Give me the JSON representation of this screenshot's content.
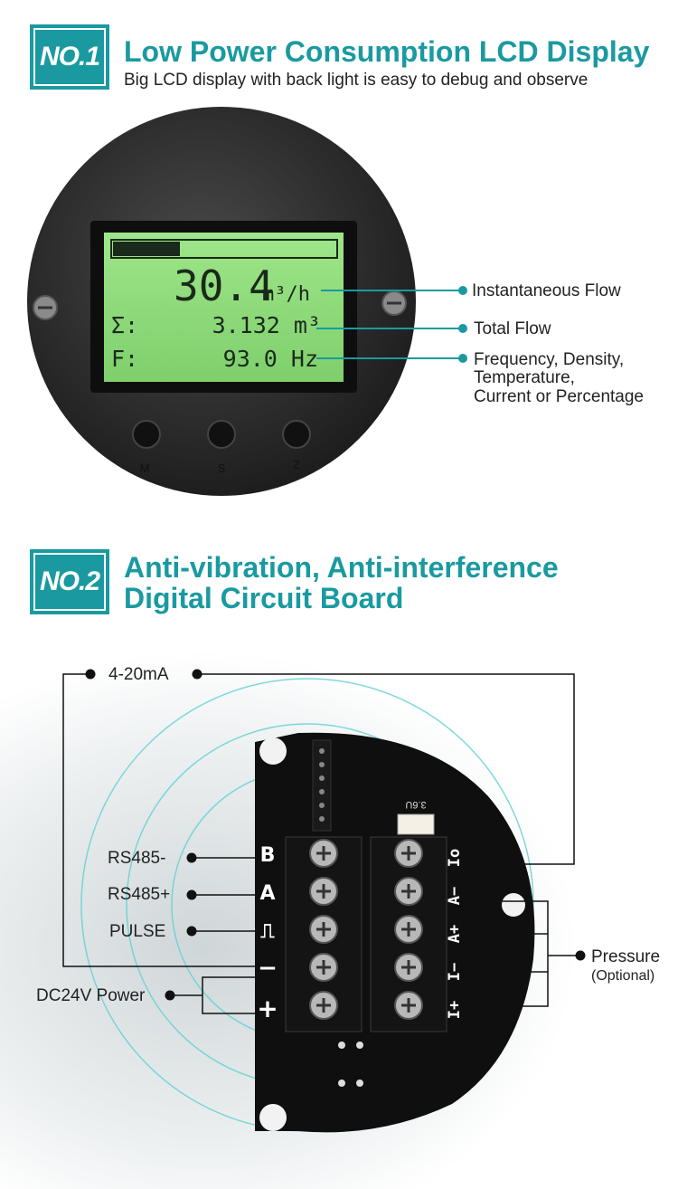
{
  "section1": {
    "badge": "NO.1",
    "title": "Low Power Consumption LCD Display",
    "subtitle": "Big LCD display with back light is easy to debug and observe",
    "lcd": {
      "main_value": "30.4",
      "main_unit": "m³/h",
      "total_label": "Σ:",
      "total_value": "3.132 m³",
      "freq_label": "F:",
      "freq_value": "93.0 Hz",
      "bar_fraction": 0.3
    },
    "buttons": [
      "M",
      "S",
      "Z"
    ],
    "callouts": {
      "instantaneous": "Instantaneous Flow",
      "total": "Total Flow",
      "frequency_line1": "Frequency, Density,",
      "frequency_line2": "Temperature,",
      "frequency_line3": "Current or Percentage"
    }
  },
  "section2": {
    "badge": "NO.2",
    "title_line1": "Anti-vibration, Anti-interference",
    "title_line2": "Digital Circuit Board",
    "labels": {
      "current": "4-20mA",
      "rs485_minus": "RS485-",
      "rs485_plus": "RS485+",
      "pulse": "PULSE",
      "power": "DC24V Power",
      "pressure": "Pressure",
      "optional": "(Optional)"
    },
    "terminal_left": [
      "B",
      "A",
      "⎍",
      "−",
      "+"
    ],
    "terminal_right": [
      "Io",
      "A−",
      "A+",
      "I−",
      "I+"
    ],
    "connector_label": "3.6U"
  },
  "colors": {
    "accent": "#1a9aa0",
    "lcd_green": "#8fdc7a",
    "body_dark": "#2a2a2a"
  }
}
